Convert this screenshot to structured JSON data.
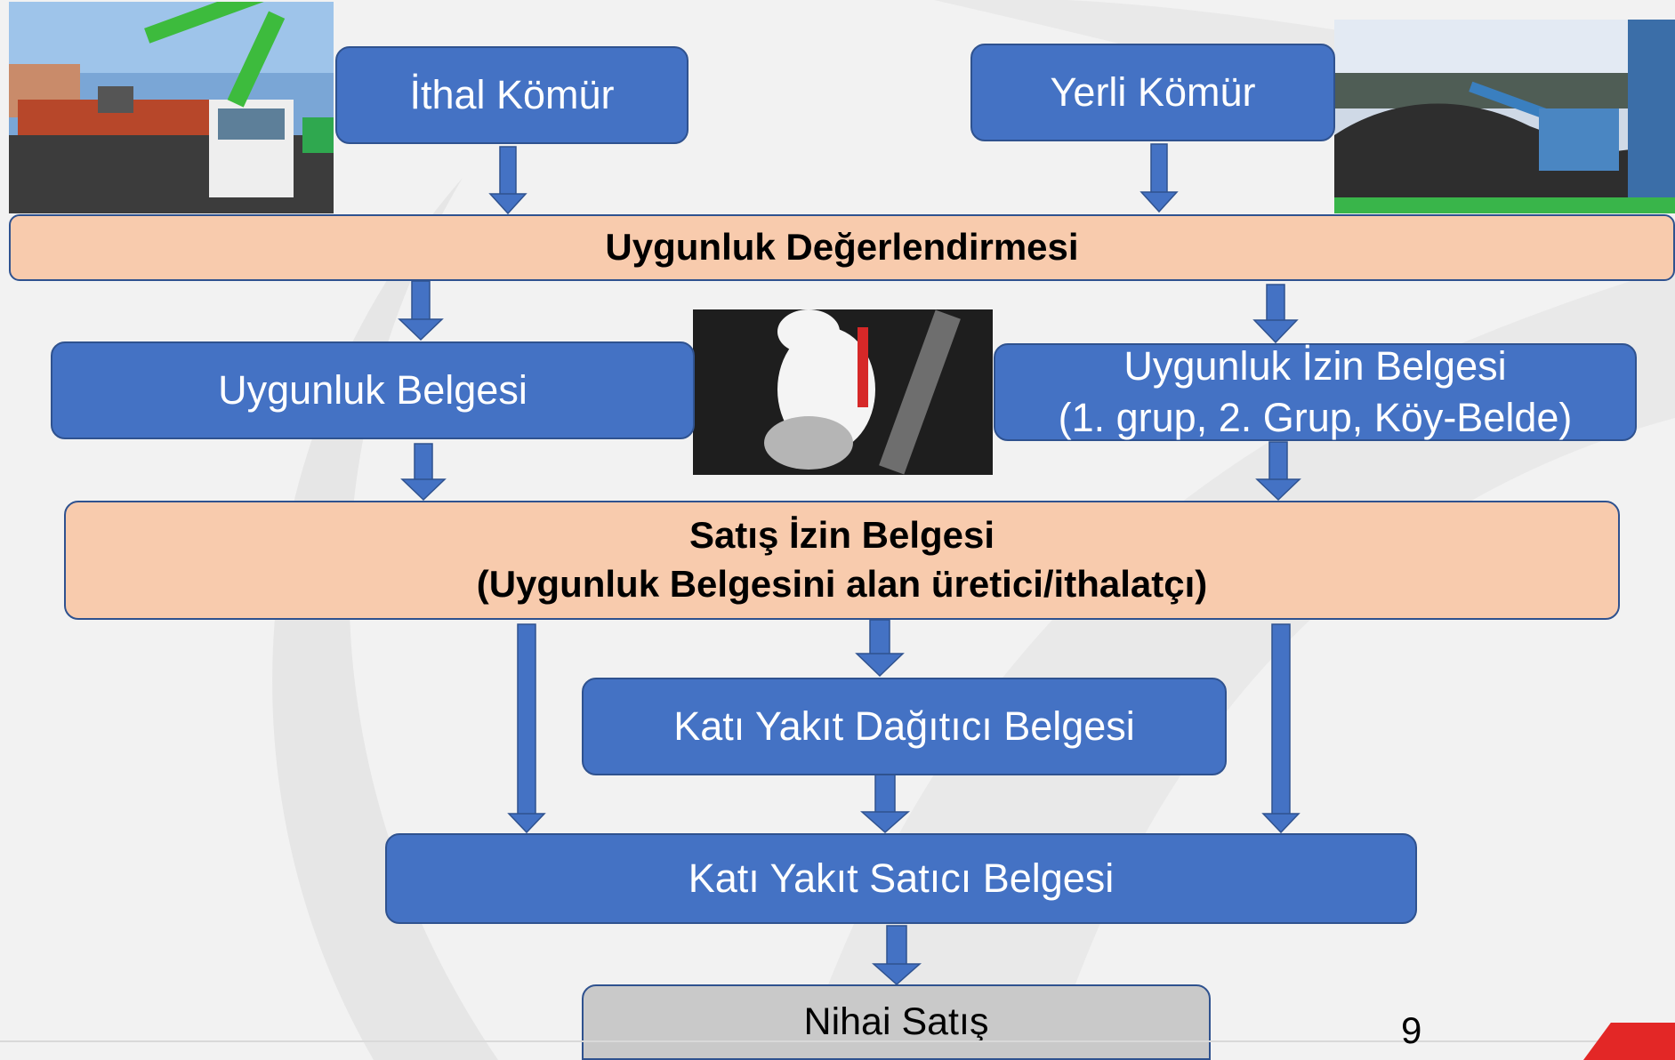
{
  "nodes": {
    "ithal": "İthal Kömür",
    "yerli": "Yerli Kömür",
    "uygunluk_degerlendirmesi": "Uygunluk Değerlendirmesi",
    "uygunluk_belgesi": "Uygunluk Belgesi",
    "uygunluk_izin_line1": "Uygunluk İzin Belgesi",
    "uygunluk_izin_line2": "(1. grup, 2. Grup, Köy-Belde)",
    "satis_izin_line1": "Satış İzin Belgesi",
    "satis_izin_line2": "(Uygunluk Belgesini alan üretici/ithalatçı)",
    "dagitici": "Katı Yakıt Dağıtıcı Belgesi",
    "satici": "Katı Yakıt Satıcı Belgesi",
    "nihai": "Nihai Satış"
  },
  "page_number": "9",
  "colors": {
    "blue_box": "#4472c4",
    "blue_border": "#2f528f",
    "peach_box": "#f8cbad",
    "grey_box": "#c9c9c9",
    "arrow": "#4472c4",
    "accent_red": "#e32726"
  }
}
